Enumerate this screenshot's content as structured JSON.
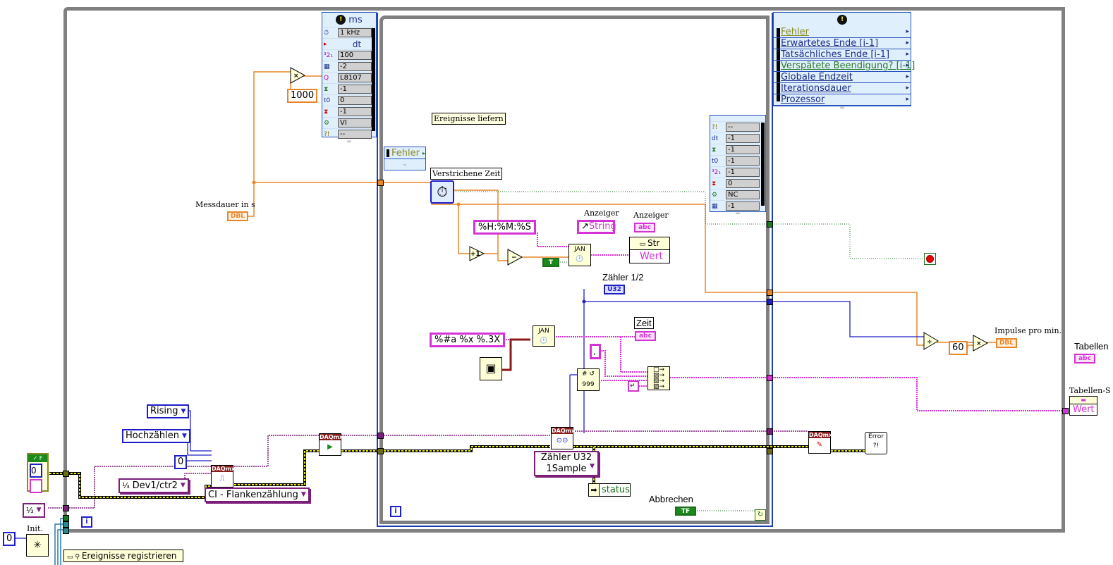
{
  "timed_loop_left": {
    "header_unit": "ms",
    "header_icon": "clock-icon",
    "rows": [
      {
        "icon": "timing-source-icon",
        "value": "1 kHz"
      },
      {
        "icon": "dt-icon",
        "label": "dt"
      },
      {
        "icon": "priority-icon",
        "value": "100"
      },
      {
        "icon": "processor-icon",
        "value": "-2"
      },
      {
        "icon": "structure-name-icon",
        "value": "L8107"
      },
      {
        "icon": "deadline-warning-icon",
        "value": "-1"
      },
      {
        "icon": "t0-icon",
        "label": "t0",
        "value": "0"
      },
      {
        "icon": "timeout-icon",
        "value": "-1"
      },
      {
        "icon": "mode-icon",
        "value": "VI"
      },
      {
        "icon": "error-icon",
        "value": "--"
      }
    ]
  },
  "timed_loop_right": {
    "header_icon": "clock-icon",
    "items": [
      {
        "label": "Fehler",
        "color": "#8a8a22"
      },
      {
        "label": "Erwartetes Ende [i-1]",
        "color": "#1c2d8a"
      },
      {
        "label": "Tatsächliches Ende [i-1]",
        "color": "#1c2d8a"
      },
      {
        "label": "Verspätete Beendigung? [i-1]",
        "color": "#2b7a2b"
      },
      {
        "label": "Globale Endzeit",
        "color": "#1c2d8a"
      },
      {
        "label": "Iterationsdauer",
        "color": "#1c2d8a"
      },
      {
        "label": "Prozessor",
        "color": "#1c2d8a"
      }
    ]
  },
  "inner_right_node": {
    "rows": [
      {
        "icon": "error-icon",
        "value": "--"
      },
      {
        "icon": "dt-icon",
        "label": "dt",
        "value": "-1"
      },
      {
        "icon": "deadline-warning-icon",
        "value": "-1"
      },
      {
        "icon": "t0-icon",
        "label": "t0",
        "value": "-1"
      },
      {
        "icon": "priority-icon",
        "value": "-1"
      },
      {
        "icon": "timeout-icon",
        "value": "0"
      },
      {
        "icon": "mode-icon",
        "value": "NC"
      },
      {
        "icon": "processor-icon",
        "value": "-1"
      }
    ]
  },
  "labels": {
    "ereignisse_liefern": "Ereignisse liefern",
    "verstrichene_zeit": "Verstrichene Zeit",
    "messdauer": "Messdauer in s",
    "anzeiger1": "Anzeiger",
    "anzeiger2": "Anzeiger",
    "zaehler": "Zähler 1/2",
    "zeit": "Zeit",
    "impulse": "Impulse pro min.",
    "tabellen": "Tabellen",
    "tabellen_s": "Tabellen-S",
    "abbrechen": "Abbrechen",
    "init": "Init.",
    "fehler_unbundle": "Fehler",
    "ereignisse_registrieren": "Ereignisse registrieren"
  },
  "constants": {
    "c1000": "1000",
    "c60": "60",
    "format_time": "%H:%M:%S",
    "format_date": "%#a %x %.3X",
    "comma": ",",
    "zero_left": "0",
    "zero_mid": "0",
    "zero_cluster": "0"
  },
  "terminals": {
    "messdauer_type": "DBL",
    "impulse_type": "DBL",
    "anzeiger_type": "abc",
    "zeit_type": "abc",
    "tabellen_type": "abc",
    "zaehler_type": "U32",
    "abbrechen_type": "TF"
  },
  "property_node": {
    "string_prop": "String",
    "str_header": "Str",
    "wert1": "Wert",
    "wert2": "Wert"
  },
  "unbundle": {
    "status": "status"
  },
  "rings": {
    "rising": "Rising",
    "hochzaehlen": "Hochzählen",
    "dev": "Dev1/ctr2",
    "ci": "CI - Flankenzählung",
    "read_mode_line1": "Zähler U32",
    "read_mode_line2": "1Sample"
  },
  "daqmx": {
    "header": "DAQmx"
  },
  "colors": {
    "frame": "#808080",
    "wire_orange": "#e8862a",
    "wire_pink": "#d633d6",
    "wire_blue": "#1f1fc8",
    "wire_purple": "#7b1f7b",
    "wire_error": "#b8b800",
    "wire_green": "#1b6e1b"
  }
}
